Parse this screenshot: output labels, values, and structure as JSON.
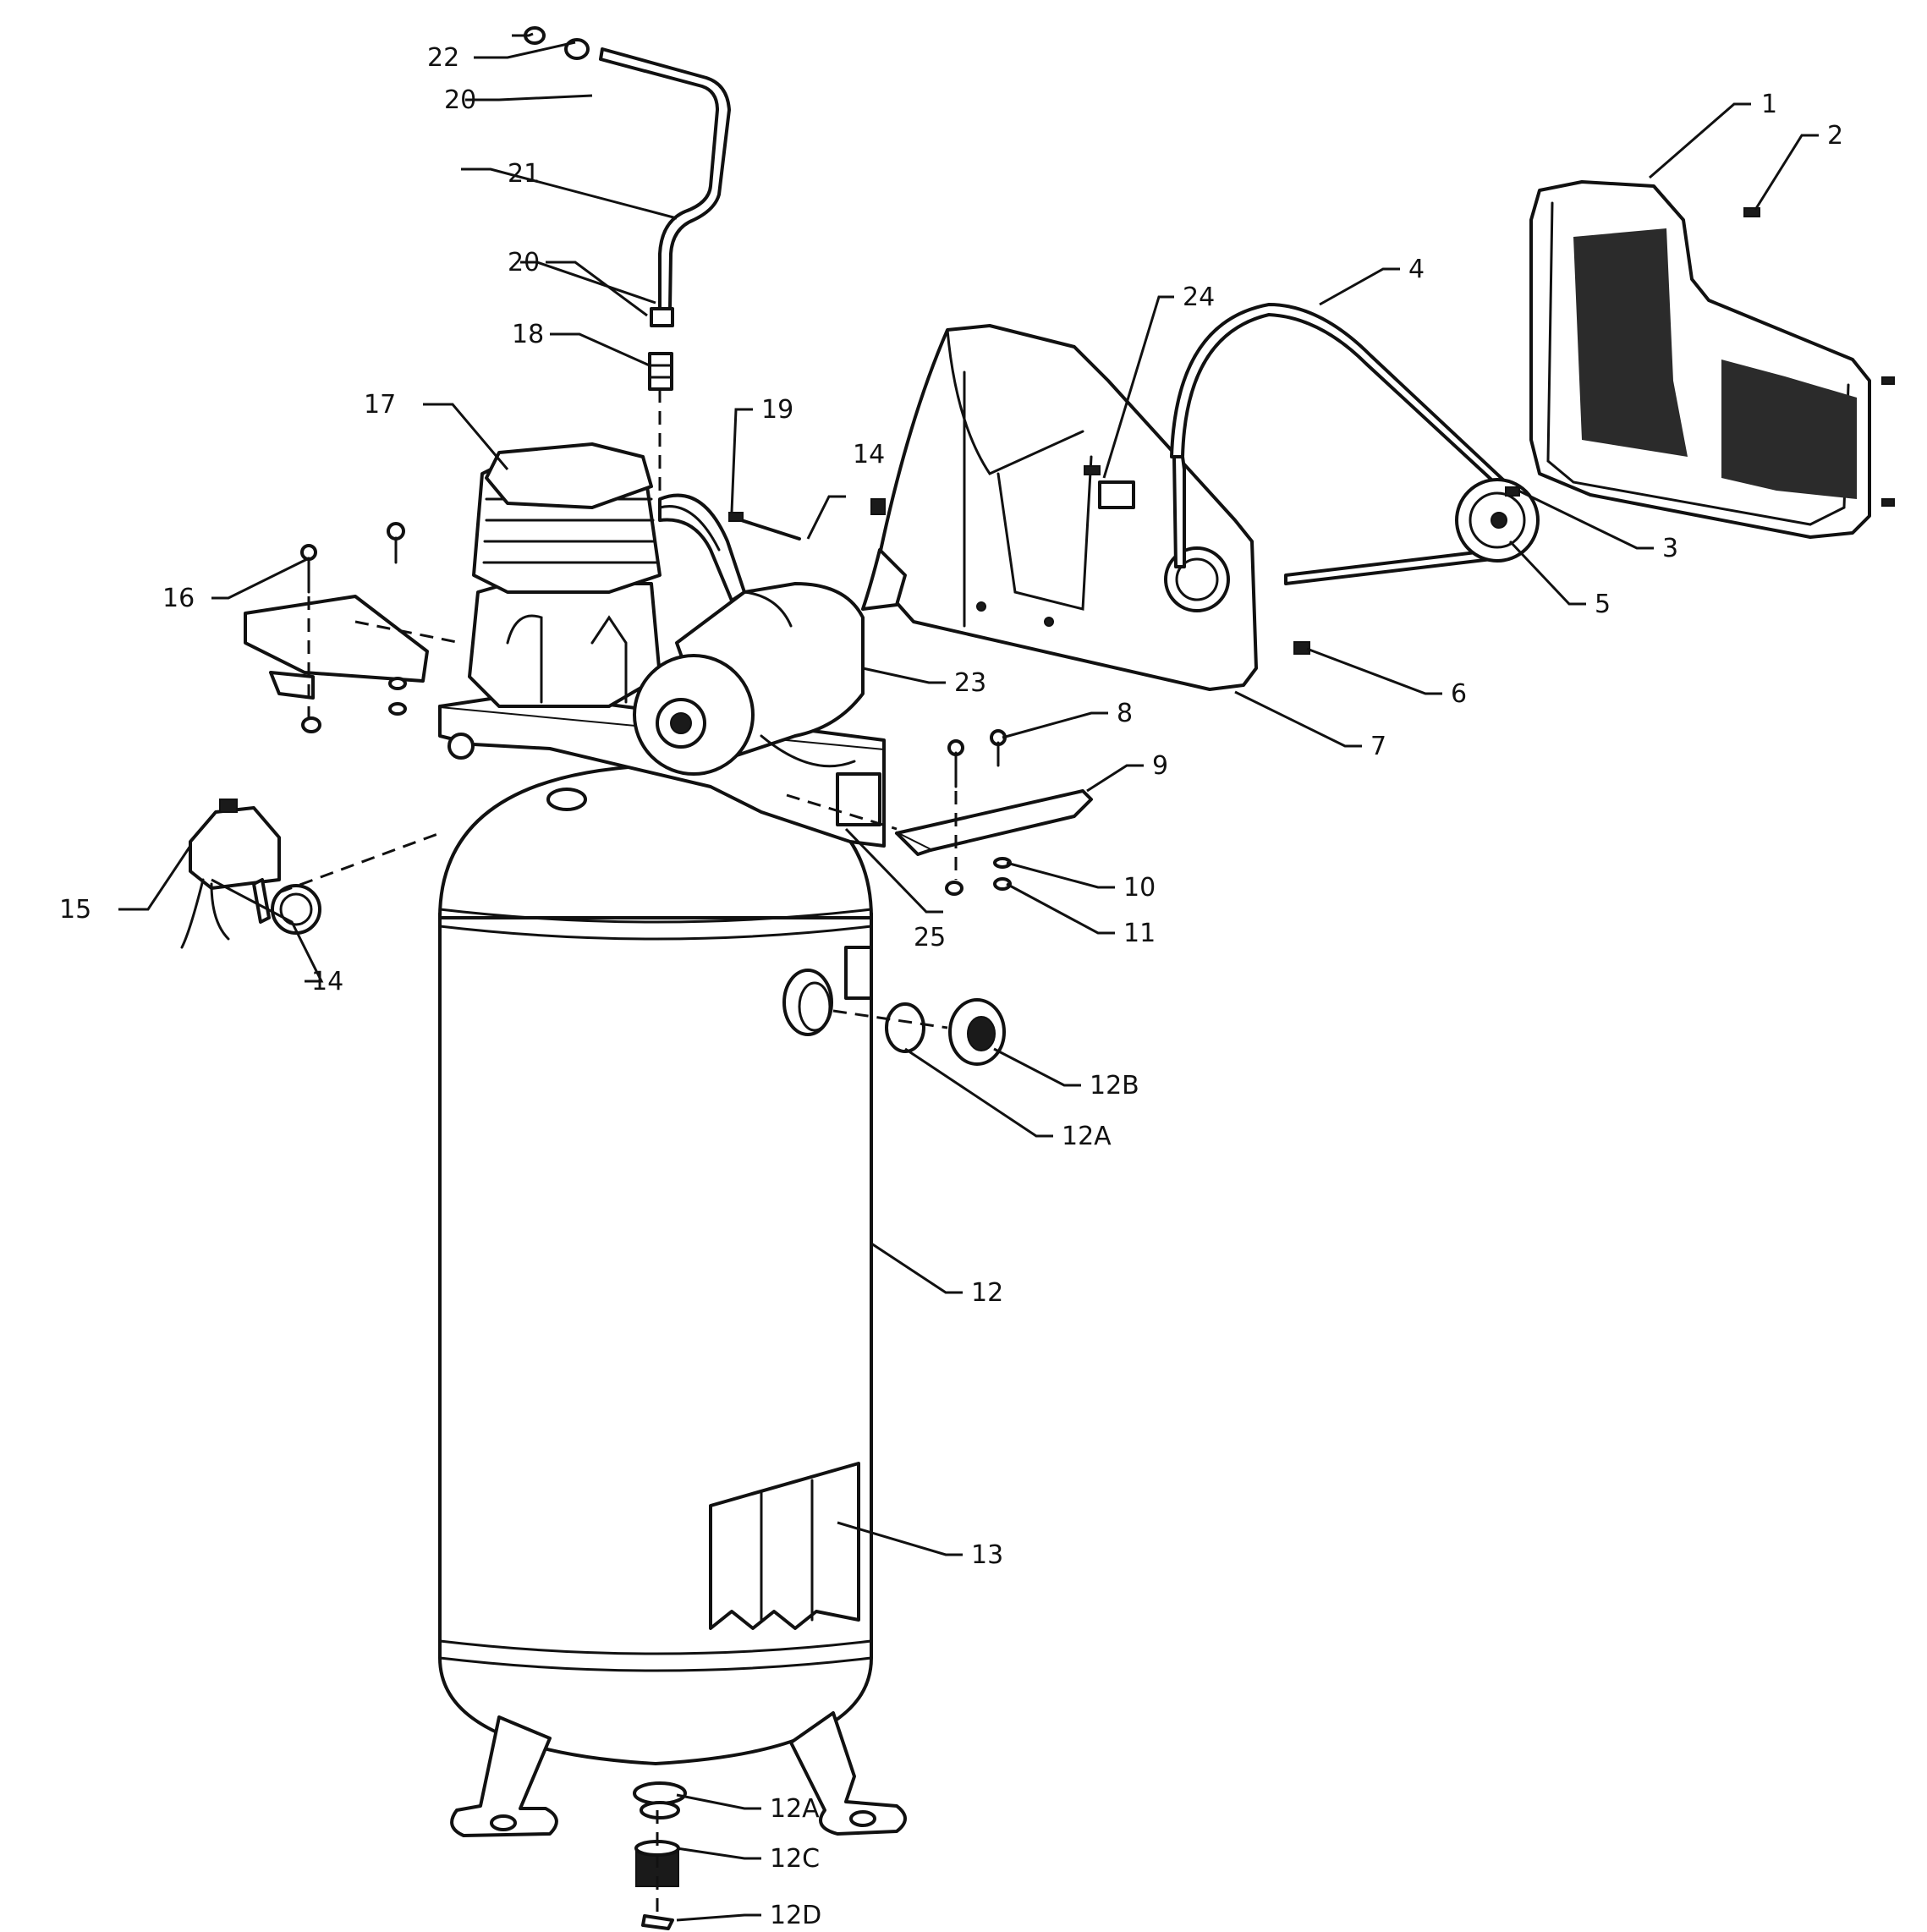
{
  "callouts": [
    {
      "id": "c1",
      "text": "1"
    },
    {
      "id": "c2",
      "text": "2"
    },
    {
      "id": "c3",
      "text": "3"
    },
    {
      "id": "c4",
      "text": "4"
    },
    {
      "id": "c5",
      "text": "5"
    },
    {
      "id": "c6",
      "text": "6"
    },
    {
      "id": "c7",
      "text": "7"
    },
    {
      "id": "c8",
      "text": "8"
    },
    {
      "id": "c9",
      "text": "9"
    },
    {
      "id": "c10",
      "text": "10"
    },
    {
      "id": "c11",
      "text": "11"
    },
    {
      "id": "c12",
      "text": "12"
    },
    {
      "id": "c12A",
      "text": "12A"
    },
    {
      "id": "c12B",
      "text": "12B"
    },
    {
      "id": "c12A2",
      "text": "12A"
    },
    {
      "id": "c12C",
      "text": "12C"
    },
    {
      "id": "c12D",
      "text": "12D"
    },
    {
      "id": "c13",
      "text": "13"
    },
    {
      "id": "c14a",
      "text": "14"
    },
    {
      "id": "c14b",
      "text": "14"
    },
    {
      "id": "c15",
      "text": "15"
    },
    {
      "id": "c16",
      "text": "16"
    },
    {
      "id": "c17",
      "text": "17"
    },
    {
      "id": "c18",
      "text": "18"
    },
    {
      "id": "c19",
      "text": "19"
    },
    {
      "id": "c20a",
      "text": "20"
    },
    {
      "id": "c20b",
      "text": "20"
    },
    {
      "id": "c21",
      "text": "21"
    },
    {
      "id": "c22",
      "text": "22"
    },
    {
      "id": "c23",
      "text": "23"
    },
    {
      "id": "c24",
      "text": "24"
    },
    {
      "id": "c25",
      "text": "25"
    }
  ]
}
